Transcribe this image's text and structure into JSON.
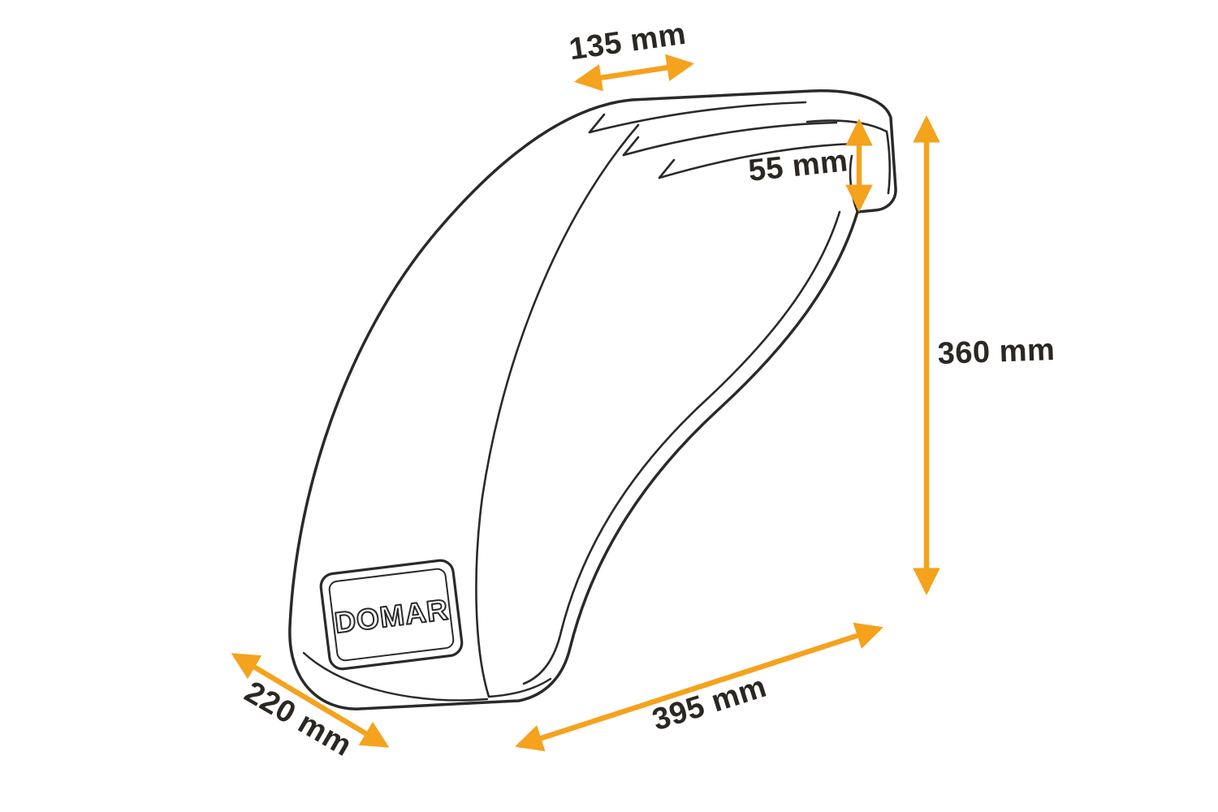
{
  "colors": {
    "dimension_accent": "#F5A21D",
    "line": "#2a2a2a"
  },
  "brand_plate": {
    "text": "DOMAR"
  },
  "dimensions": {
    "top_section": {
      "label": "135 mm"
    },
    "lip_height": {
      "label": "55 mm"
    },
    "overall_height": {
      "label": "360 mm"
    },
    "overall_length": {
      "label": "395 mm"
    },
    "overall_width": {
      "label": "220 mm"
    }
  }
}
